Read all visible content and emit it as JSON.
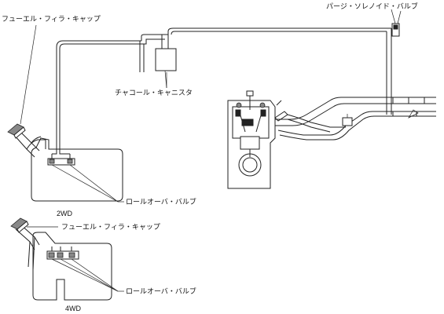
{
  "labels": {
    "fuel_filler_cap": "フューエル・フィラ・キャップ",
    "purge_solenoid_valve": "パージ・ソレノイド・バルブ",
    "charcoal_canister": "チャコール・キャニスタ",
    "rollover_valve": "ロールオーバ・バルブ",
    "fuel_filler_cap_4wd": "フューエル・フィラ・キャップ",
    "rollover_valve_4wd": "ロールオーバ・バルブ"
  },
  "captions": {
    "two_wd": "2WD",
    "four_wd": "4WD"
  }
}
